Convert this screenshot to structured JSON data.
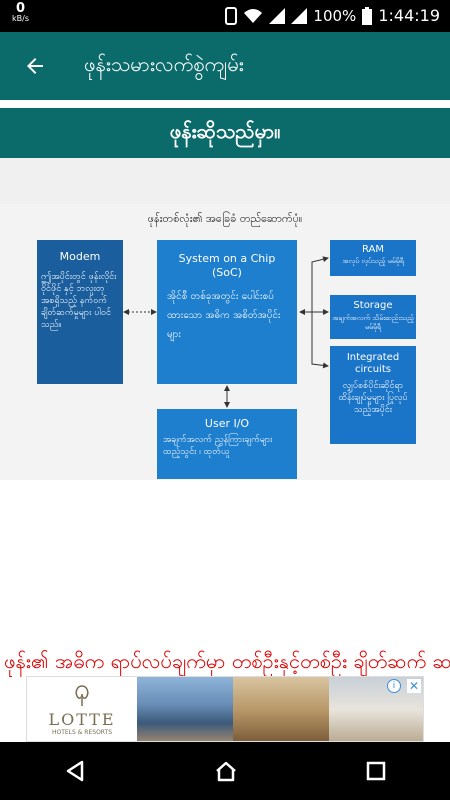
{
  "status_bar": {
    "net_speed": "0",
    "net_unit": "kB/s",
    "battery_percent": "100%",
    "time": "1:44:19"
  },
  "app_bar": {
    "title": "ဖုန်းသမားလက်စွဲကျမ်း"
  },
  "section": {
    "title": "ဖုန်းဆိုသည်မှာ။"
  },
  "diagram": {
    "title": "ဖုန်းတစ်လုံး၏ အခြေခံ တည်ဆောက်ပုံ။",
    "modem": {
      "title": "Modem",
      "body": "ဤအပိုင်းတွင် ဖုန်းလိုင်း ဝိုင်ဖိုင် နှင့် ဘလူးတု အစရှိသည့် နက်ဝက်ချိတ်ဆက်မှုများ ပါဝင်သည်။"
    },
    "soc": {
      "title": "System on a Chip (SoC)",
      "body": "အိုင်စီ တစ်ခုအတွင်း ပေါင်းစပ်ထားသော အဓိက အစိတ်အပိုင်းများ"
    },
    "ram": {
      "title": "RAM",
      "body": "အလုပ် လုပ်သည့် မမ်မိုရီ"
    },
    "storage": {
      "title": "Storage",
      "body": "အချက်အလက် သိမ်းဆည်းသည့် မမ်မိုရီ"
    },
    "integrated": {
      "title": "Integrated circuits",
      "body": "လျှပ်စစ်ပိုင်းဆိုင်ရာ ထိန်းချုပ်မှုများ ပြုလုပ်သည့်အပိုင်း"
    },
    "userio": {
      "title": "User I/O",
      "body": "အချက်အလက် ညွှန်ကြားချက်များ ထည့်သွင်း ၊ ထုတ်ယူ"
    }
  },
  "article": {
    "text": "ဖုန်း၏ အဓိက ရာပ်လပ်ချက်မှာ တစ်ဦးနှင့်တစ်ဦး ချိတ်ဆက် ဆက်သွယ်ရန်ဖြစ်သည်"
  },
  "ad": {
    "brand": "LOTTE",
    "sub": "HOTELS & RESORTS",
    "info_icon": "info-icon",
    "close_icon": "close-icon"
  },
  "colors": {
    "teal": "#0b6b6b",
    "diagram_blue": "#1f7fcf",
    "red_text": "#e00000"
  }
}
